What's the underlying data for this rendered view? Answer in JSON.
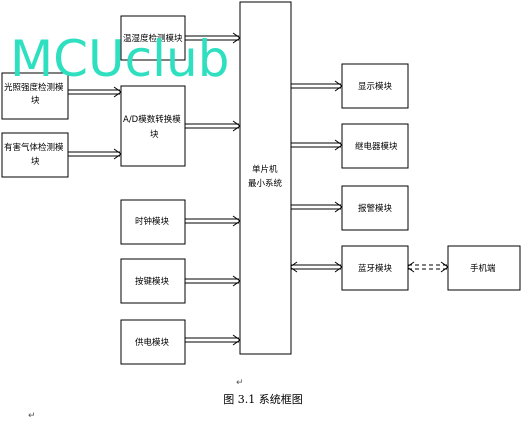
{
  "diagram": {
    "boxes": {
      "temp_humidity": "温湿度检测模块",
      "light": [
        "光照强度检测模",
        "块"
      ],
      "ad": [
        "A/D模数转换模",
        "块"
      ],
      "gas": [
        "有害气体检测模",
        "块"
      ],
      "mcu": [
        "单片机",
        "最小系统"
      ],
      "clock": "时钟模块",
      "keys": "按键模块",
      "power": "供电模块",
      "display": "显示模块",
      "relay": "继电器模块",
      "alarm": "报警模块",
      "bluetooth": "蓝牙模块",
      "phone": "手机端"
    }
  },
  "watermark": "MCUclub",
  "caption": "图 3.1 系统框图",
  "marks": {
    "return_symbol": "↵"
  },
  "colors": {
    "watermark": "#2ee0c0",
    "stroke": "#000000"
  }
}
